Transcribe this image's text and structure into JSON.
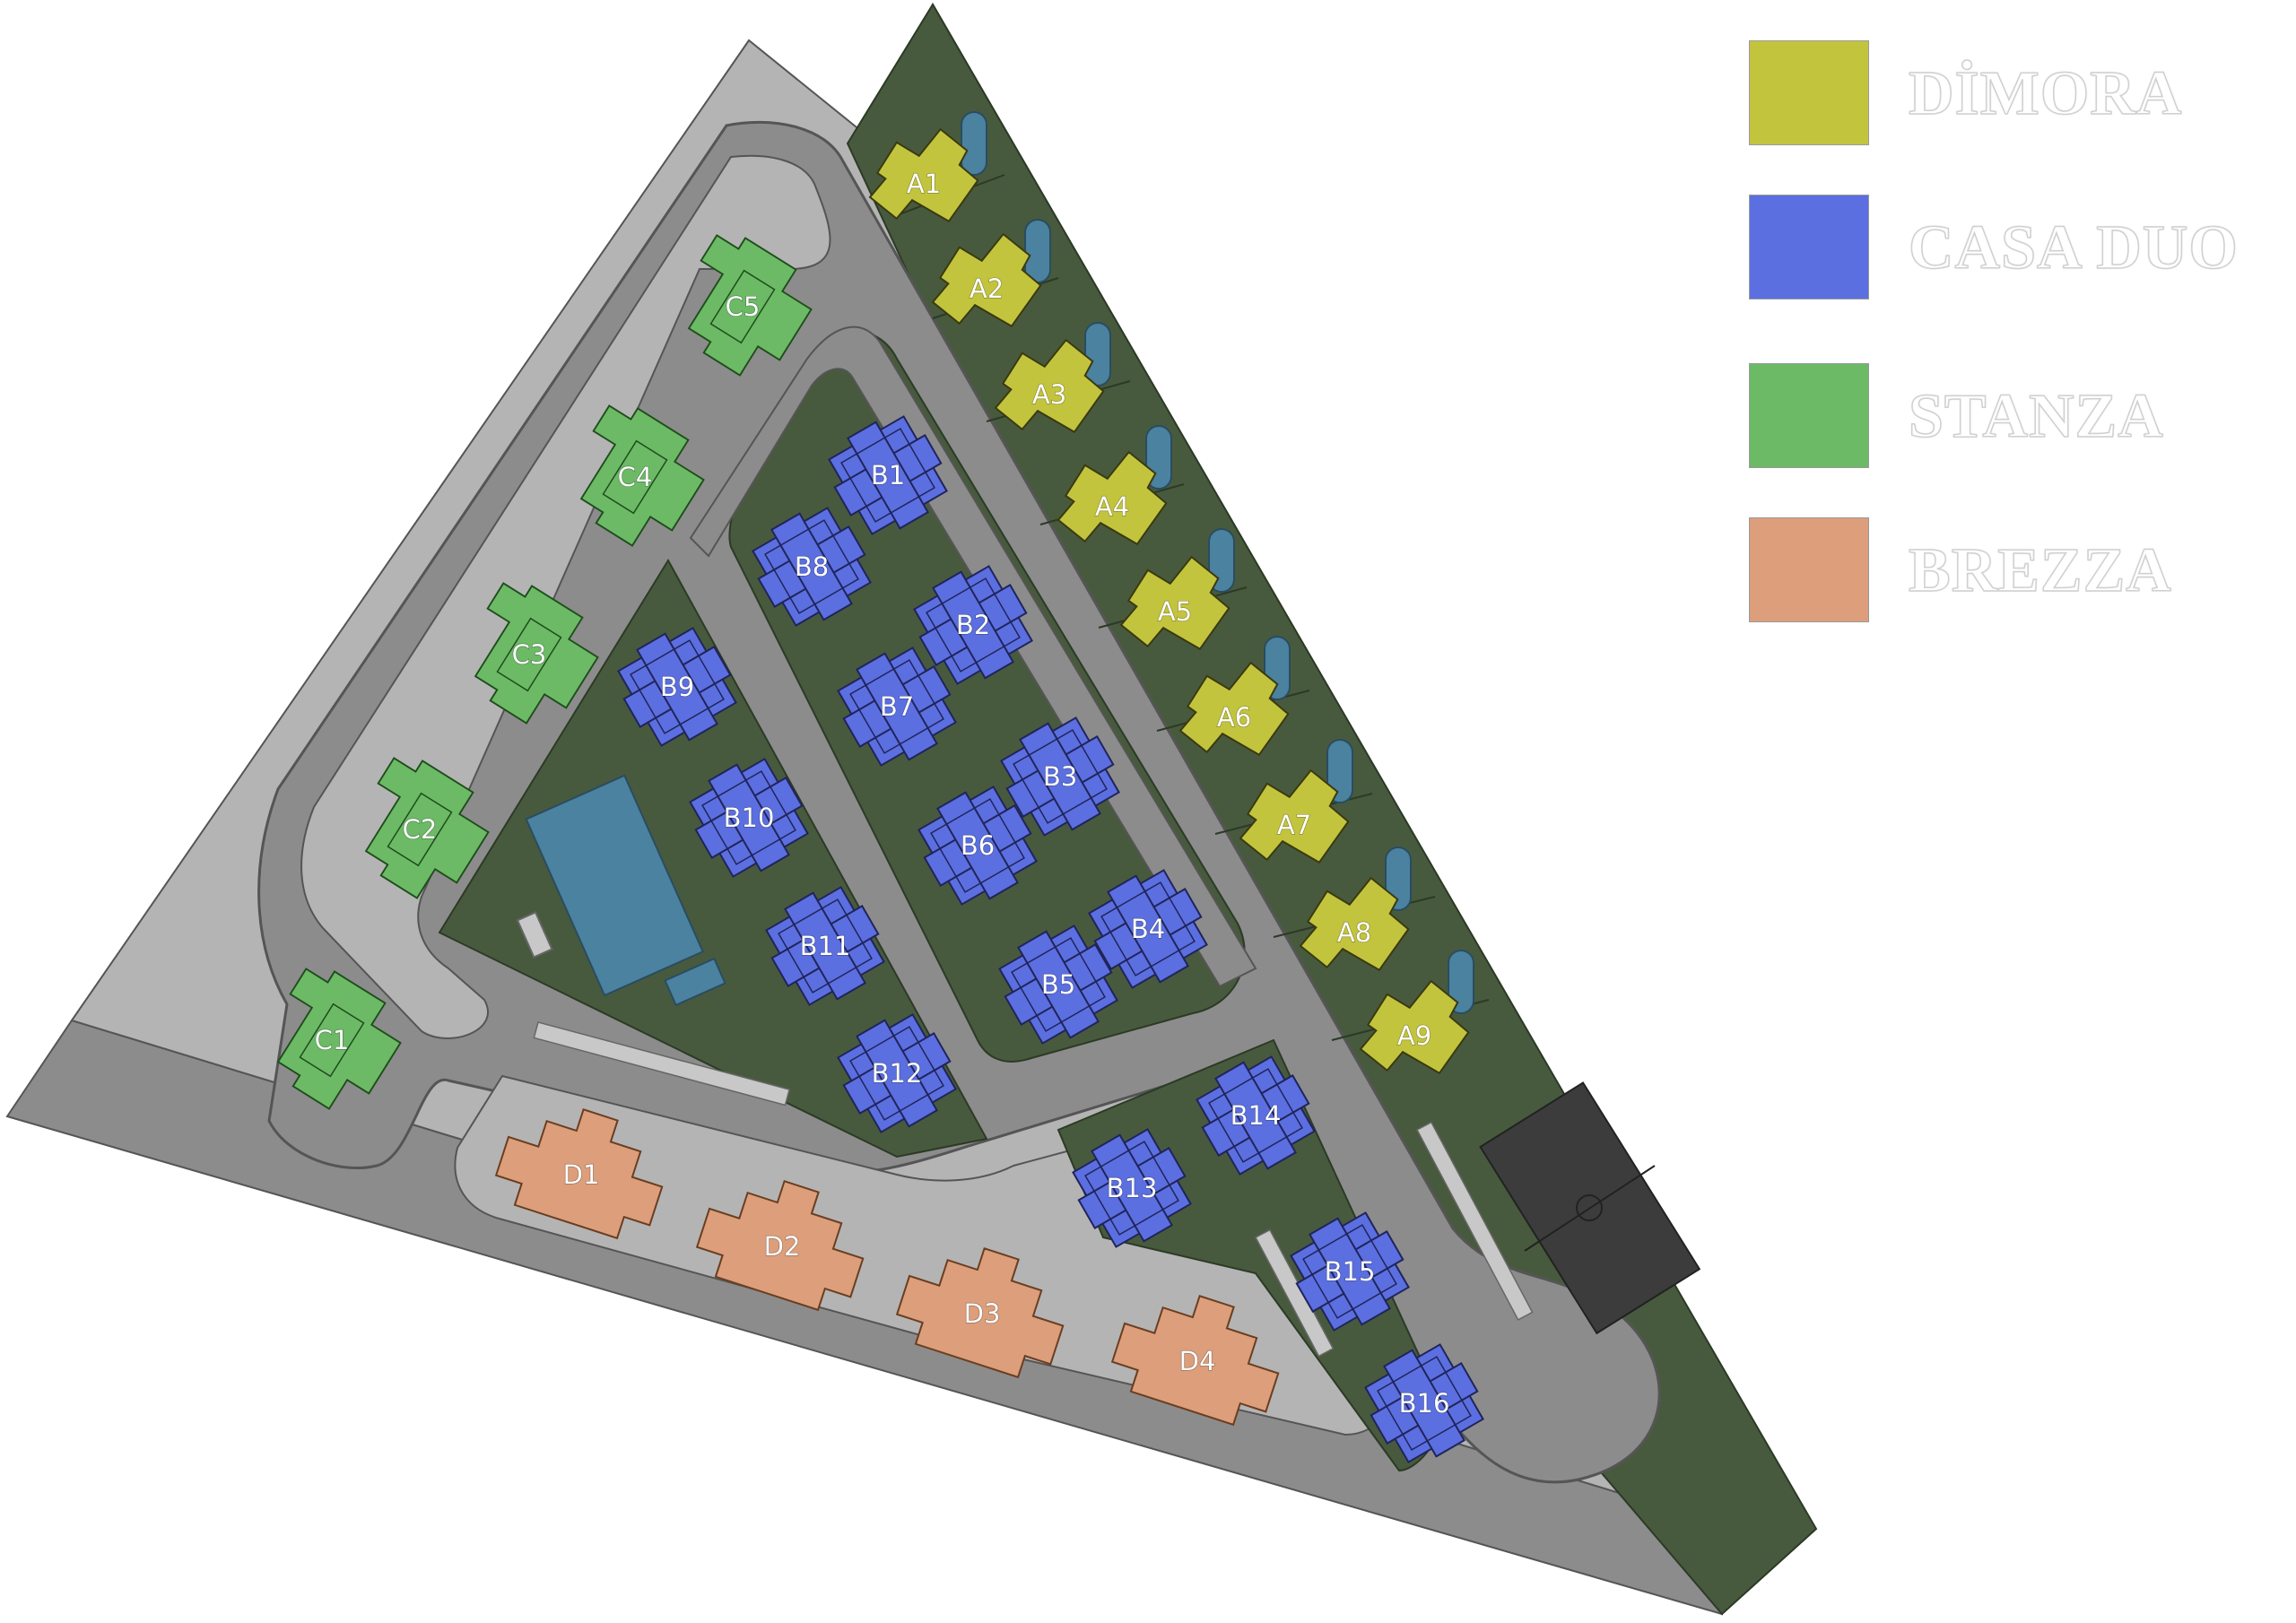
{
  "legend": [
    {
      "label": "DİMORA",
      "color": "#c3c43e"
    },
    {
      "label": "CASA DUO",
      "color": "#5b6fe0"
    },
    {
      "label": "STANZA",
      "color": "#6cba66"
    },
    {
      "label": "BREZZA",
      "color": "#dc9e7b"
    }
  ],
  "lots": {
    "dimora": [
      "A1",
      "A2",
      "A3",
      "A4",
      "A5",
      "A6",
      "A7",
      "A8",
      "A9"
    ],
    "casa_duo": [
      "B1",
      "B2",
      "B3",
      "B4",
      "B5",
      "B6",
      "B7",
      "B8",
      "B9",
      "B10",
      "B11",
      "B12",
      "B13",
      "B14",
      "B15",
      "B16"
    ],
    "stanza": [
      "C1",
      "C2",
      "C3",
      "C4",
      "C5"
    ],
    "brezza": [
      "D1",
      "D2",
      "D3",
      "D4"
    ]
  },
  "colors": {
    "grass": "#485a3d",
    "road": "#8a8a8a",
    "pavement": "#b3b3b3",
    "pool": "#4a82a0",
    "court": "#3c3c3c"
  }
}
